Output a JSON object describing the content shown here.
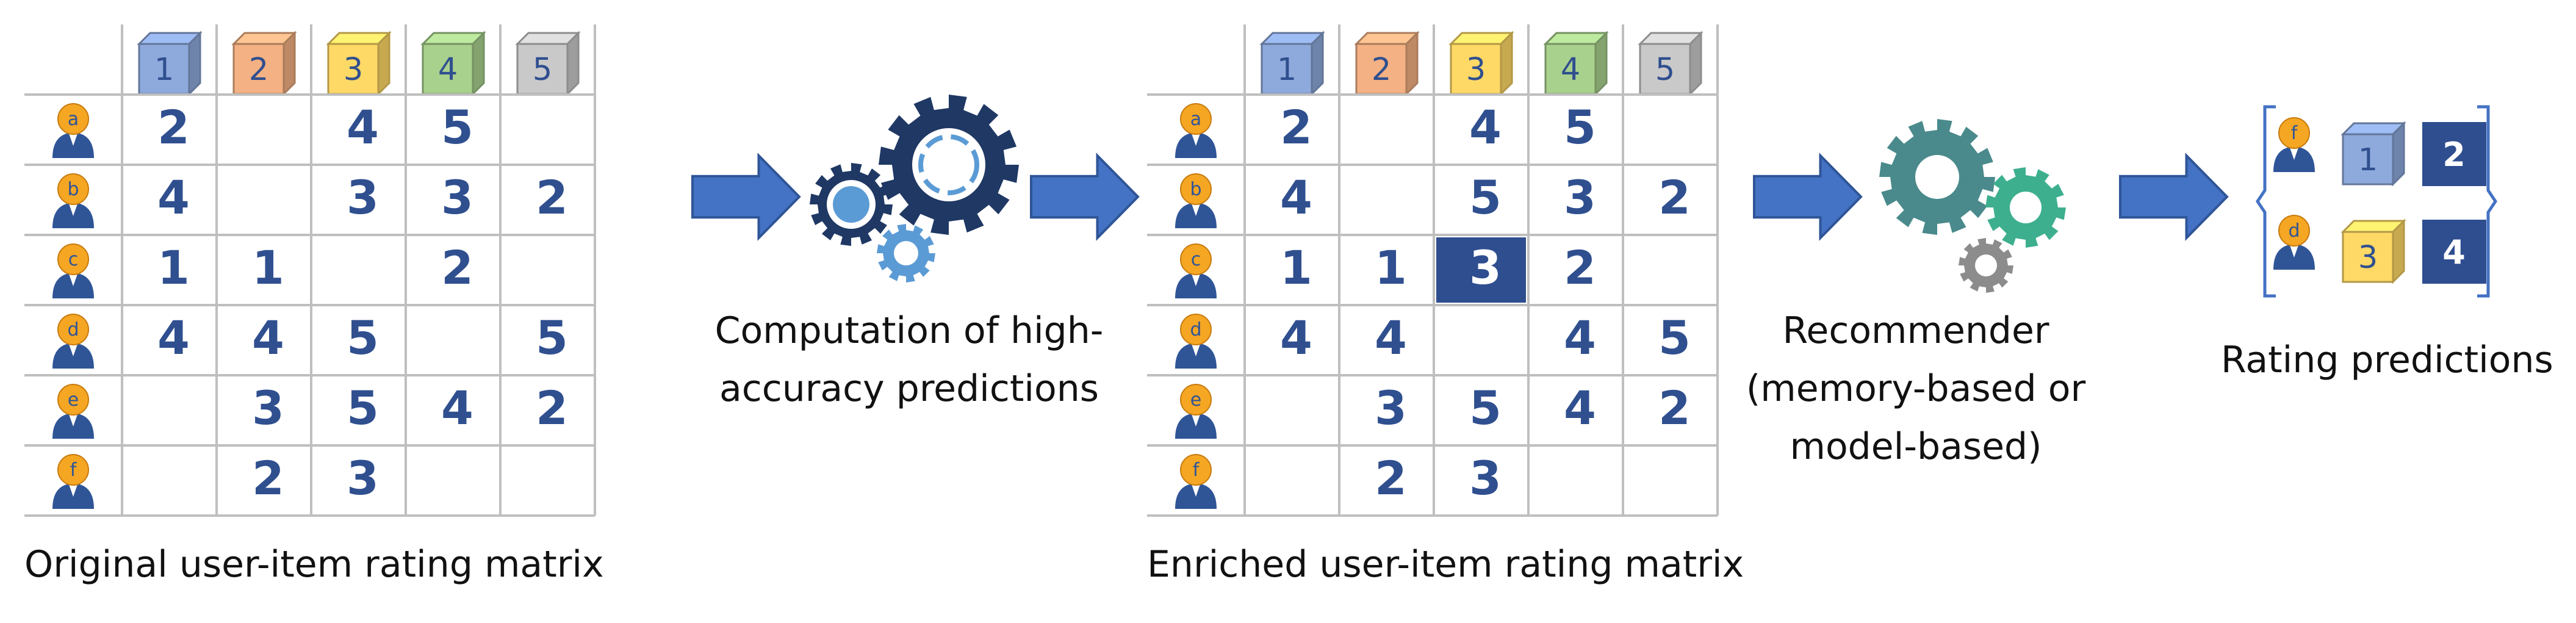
{
  "colors": {
    "rating_text": "#2F4F8F",
    "grid": "#BFBFBF",
    "arrow_fill": "#4472C4",
    "arrow_stroke": "#2F5597",
    "highlight_fill": "#2F4E90",
    "cube_blue": "#8EA9DB",
    "cube_orange": "#F4B183",
    "cube_yellow": "#FFD966",
    "cube_green": "#A9D18E",
    "cube_gray": "#C9C9C9",
    "avatar_head": "#F5A623",
    "avatar_body": "#2F5597",
    "gear_dark": "#1F3864",
    "gear_light": "#5B9BD5",
    "gear_teal": "#4A8A8C",
    "gear_green": "#3DAF8F",
    "gear_gray": "#8C8C8C"
  },
  "items": [
    "1",
    "2",
    "3",
    "4",
    "5"
  ],
  "users": [
    "a",
    "b",
    "c",
    "d",
    "e",
    "f"
  ],
  "original_matrix": {
    "caption": "Original user-item rating matrix",
    "ratings": [
      [
        "2",
        "",
        "4",
        "5",
        ""
      ],
      [
        "4",
        "",
        "3",
        "3",
        "2"
      ],
      [
        "1",
        "1",
        "",
        "2",
        ""
      ],
      [
        "4",
        "4",
        "5",
        "",
        "5"
      ],
      [
        "",
        "3",
        "5",
        "4",
        "2"
      ],
      [
        "",
        "2",
        "3",
        "",
        ""
      ]
    ]
  },
  "computation": {
    "label_line1": "Computation of high-",
    "label_line2": "accuracy predictions"
  },
  "enriched_matrix": {
    "caption": "Enriched user-item rating matrix",
    "highlight": {
      "row": 2,
      "col": 2
    },
    "ratings": [
      [
        "2",
        "",
        "4",
        "5",
        ""
      ],
      [
        "4",
        "",
        "5",
        "3",
        "2"
      ],
      [
        "1",
        "1",
        "3",
        "2",
        ""
      ],
      [
        "4",
        "4",
        "",
        "4",
        "5"
      ],
      [
        "",
        "3",
        "5",
        "4",
        "2"
      ],
      [
        "",
        "2",
        "3",
        "",
        ""
      ]
    ]
  },
  "recommender": {
    "label_line1": "Recommender",
    "label_line2": "(memory-based or",
    "label_line3": "model-based)"
  },
  "predictions": {
    "caption": "Rating predictions",
    "rows": [
      {
        "user": "f",
        "item": "1",
        "value": "2"
      },
      {
        "user": "d",
        "item": "3",
        "value": "4"
      }
    ]
  }
}
